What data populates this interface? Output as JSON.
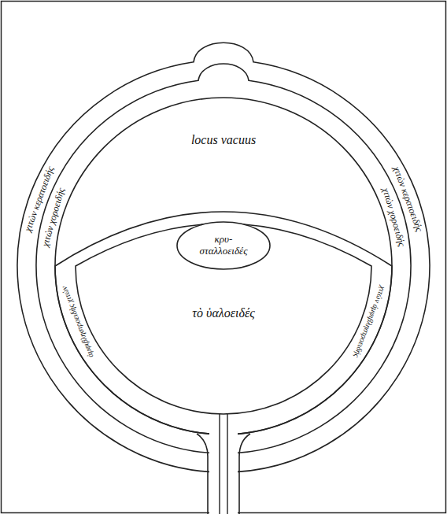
{
  "diagram": {
    "nodes": [
      {
        "text": [
          "κρυ- σταλλοειδές"
        ]
      }
    ],
    "labels": [
      "locus vacuus",
      "τὸ ὑαλοειδές",
      "χιτὼν κερατοειδής",
      "χιτὼν χοροειδής",
      "ἀμφιβληστροειδὴς χιτών",
      "χιτὼν κερατοειδής",
      "χιτὼν χοροειδής",
      "χιτὼν ἀμφιβληστροειδής"
    ]
  }
}
